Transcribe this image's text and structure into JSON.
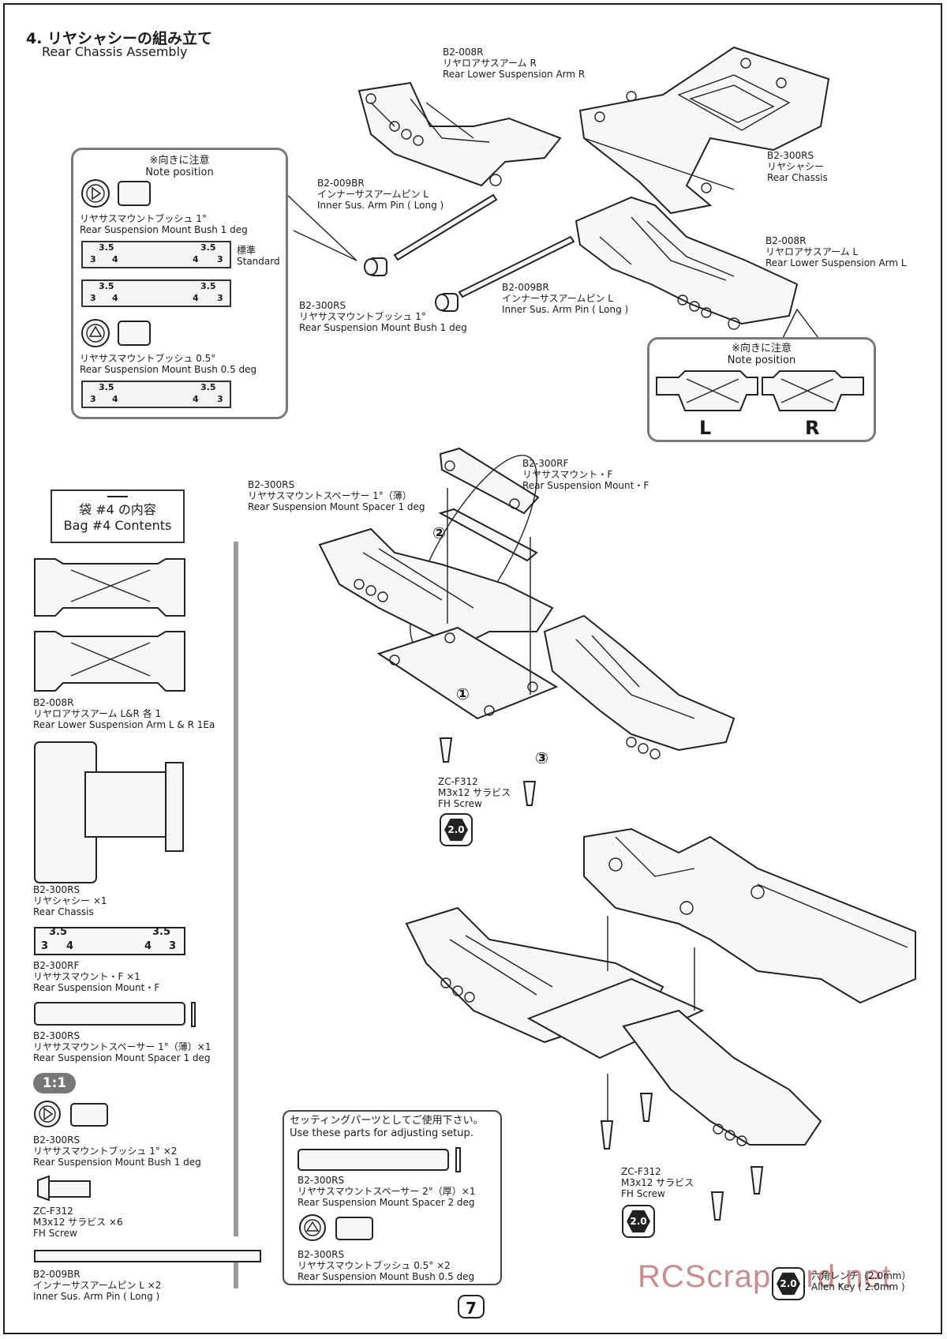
{
  "header": {
    "title_ja": "4. リヤシャシーの組み立て",
    "title_en": "Rear Chassis Assembly"
  },
  "callouts": {
    "arm_r": [
      "B2-008R",
      "リヤロアサスアーム R",
      "Rear Lower Suspension Arm R"
    ],
    "chassis": [
      "B2-300RS",
      "リヤシャシー",
      "Rear Chassis"
    ],
    "pin_upper": [
      "B2-009BR",
      "インナーサスアームピン L",
      "Inner Sus. Arm Pin ( Long )"
    ],
    "arm_l": [
      "B2-008R",
      "リヤロアサスアーム L",
      "Rear Lower Suspension Arm L"
    ],
    "pin_lower": [
      "B2-009BR",
      "インナーサスアームピン L",
      "Inner Sus. Arm Pin ( Long )"
    ],
    "bush_1deg": [
      "B2-300RS",
      "リヤサスマウントブッシュ 1°",
      "Rear Suspension Mount Bush 1 deg"
    ],
    "mount_f": [
      "B2-300RF",
      "リヤサスマウント・F",
      "Rear Suspension Mount・F"
    ],
    "spacer_1deg": [
      "B2-300RS",
      "リヤサスマウントスペーサー 1°（薄）",
      "Rear Suspension Mount Spacer 1 deg"
    ],
    "screw_mid": [
      "ZC-F312",
      "M3x12 サラビス",
      "FH Screw"
    ],
    "screw_low": [
      "ZC-F312",
      "M3x12 サラビス",
      "FH Screw"
    ]
  },
  "note_left": {
    "head_ja": "※向きに注意",
    "head_en": "Note position",
    "bush1": [
      "リヤサスマウントブッシュ 1°",
      "Rear Suspension Mount Bush 1 deg"
    ],
    "standard": [
      "標準",
      "Standard"
    ],
    "bush05": [
      "リヤサスマウントブッシュ 0.5°",
      "Rear Suspension Mount Bush 0.5 deg"
    ],
    "marks": {
      "top": "3.5",
      "left": "3",
      "right": "4",
      "a": "3.5",
      "b": "4",
      "c": "3"
    }
  },
  "note_right": {
    "head_ja": "※向きに注意",
    "head_en": "Note position",
    "left_letter": "L",
    "right_letter": "R"
  },
  "steps": {
    "one": "①",
    "two": "②",
    "three": "③"
  },
  "bag": {
    "title_ja": "袋 #4 の内容",
    "title_en": "Bag #4 Contents",
    "item_arm": [
      "B2-008R",
      "リヤロアサスアーム L&R 各 1",
      "Rear Lower Suspension Arm L & R 1Ea"
    ],
    "item_chassis": [
      "B2-300RS",
      "リヤシャシー ×1",
      "Rear Chassis"
    ],
    "item_mount": [
      "B2-300RF",
      "リヤサスマウント・F ×1",
      "Rear Suspension Mount・F"
    ],
    "item_spacer": [
      "B2-300RS",
      "リヤサスマウントスペーサー 1°（薄）×1",
      "Rear Suspension Mount Spacer 1 deg"
    ],
    "scale": "1:1",
    "item_bush": [
      "B2-300RS",
      "リヤサスマウントブッシュ 1° ×2",
      "Rear Suspension Mount Bush 1 deg"
    ],
    "item_screw": [
      "ZC-F312",
      "M3x12 サラビス ×6",
      "FH Screw"
    ],
    "item_pin": [
      "B2-009BR",
      "インナーサスアームピン L ×2",
      "Inner Sus. Arm Pin ( Long )"
    ]
  },
  "setting_box": {
    "head_ja": "セッティングパーツとしてご使用下さい。",
    "head_en": "Use these parts for adjusting setup.",
    "spacer2": [
      "B2-300RS",
      "リヤサスマウントスペーサー 2°（厚）×1",
      "Rear Suspension Mount Spacer 2 deg"
    ],
    "bush05": [
      "B2-300RS",
      "リヤサスマウントブッシュ 0.5° ×2",
      "Rear Suspension Mount Bush 0.5 deg"
    ]
  },
  "tool": {
    "badge": "2.0",
    "name_ja": "六角レンチ（2.0mm）",
    "name_en": "Allen Key ( 2.0mm )"
  },
  "page_number": "7",
  "watermark": "RCScrapyard.net"
}
